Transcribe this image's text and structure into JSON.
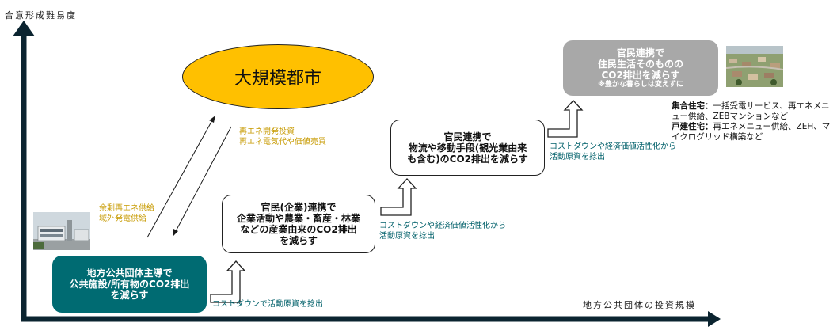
{
  "axes": {
    "y_label": "合意形成難易度",
    "x_label": "地方公共団体の投資規模"
  },
  "ellipse": {
    "label": "大規模都市",
    "color": "#ffc000"
  },
  "stages": [
    {
      "line1": "地方公共団体主導で",
      "line2": "公共施設/所有物のCO2排出",
      "line3": "を減らす"
    },
    {
      "line1": "官民(企業)連携で",
      "line2": "企業活動や農業・畜産・林業",
      "line3": "などの産業由来のCO2排出",
      "line4": "を減らす"
    },
    {
      "line1": "官民連携で",
      "line2": "物流や移動手段(観光業由来",
      "line3": "も含む)のCO2排出を減らす"
    },
    {
      "line1": "官民連携で",
      "line2": "住民生活そのものの",
      "line3": "CO2排出を減らす",
      "note": "※豊かな暮らしは変えずに"
    }
  ],
  "arrows_text": {
    "a1": "コストダウンで活動原資を捻出",
    "a2_line1": "コストダウンや経済価値活性化から",
    "a2_line2": "活動原資を捻出",
    "a3_line1": "コストダウンや経済価値活性化から",
    "a3_line2": "活動原資を捻出"
  },
  "up_arrow_text": {
    "line1": "再エネ開発投資",
    "line2": "再エネ電気代や価値売買"
  },
  "down_arrow_text": {
    "line1": "余剰再エネ供給",
    "line2": "域外発電供給"
  },
  "housing": {
    "collective_title": "集合住宅：",
    "collective_text": "一括受電サービス、再エネメニュー供給、ZEBマンションなど",
    "detached_title": "戸建住宅：",
    "detached_text": "再エネメニュー供給、ZEH、マイクログリッド構築など"
  },
  "colors": {
    "axis": "#0b2430",
    "teal": "#006b72",
    "gray": "#a8a8a8",
    "gold": "#c79a00"
  }
}
